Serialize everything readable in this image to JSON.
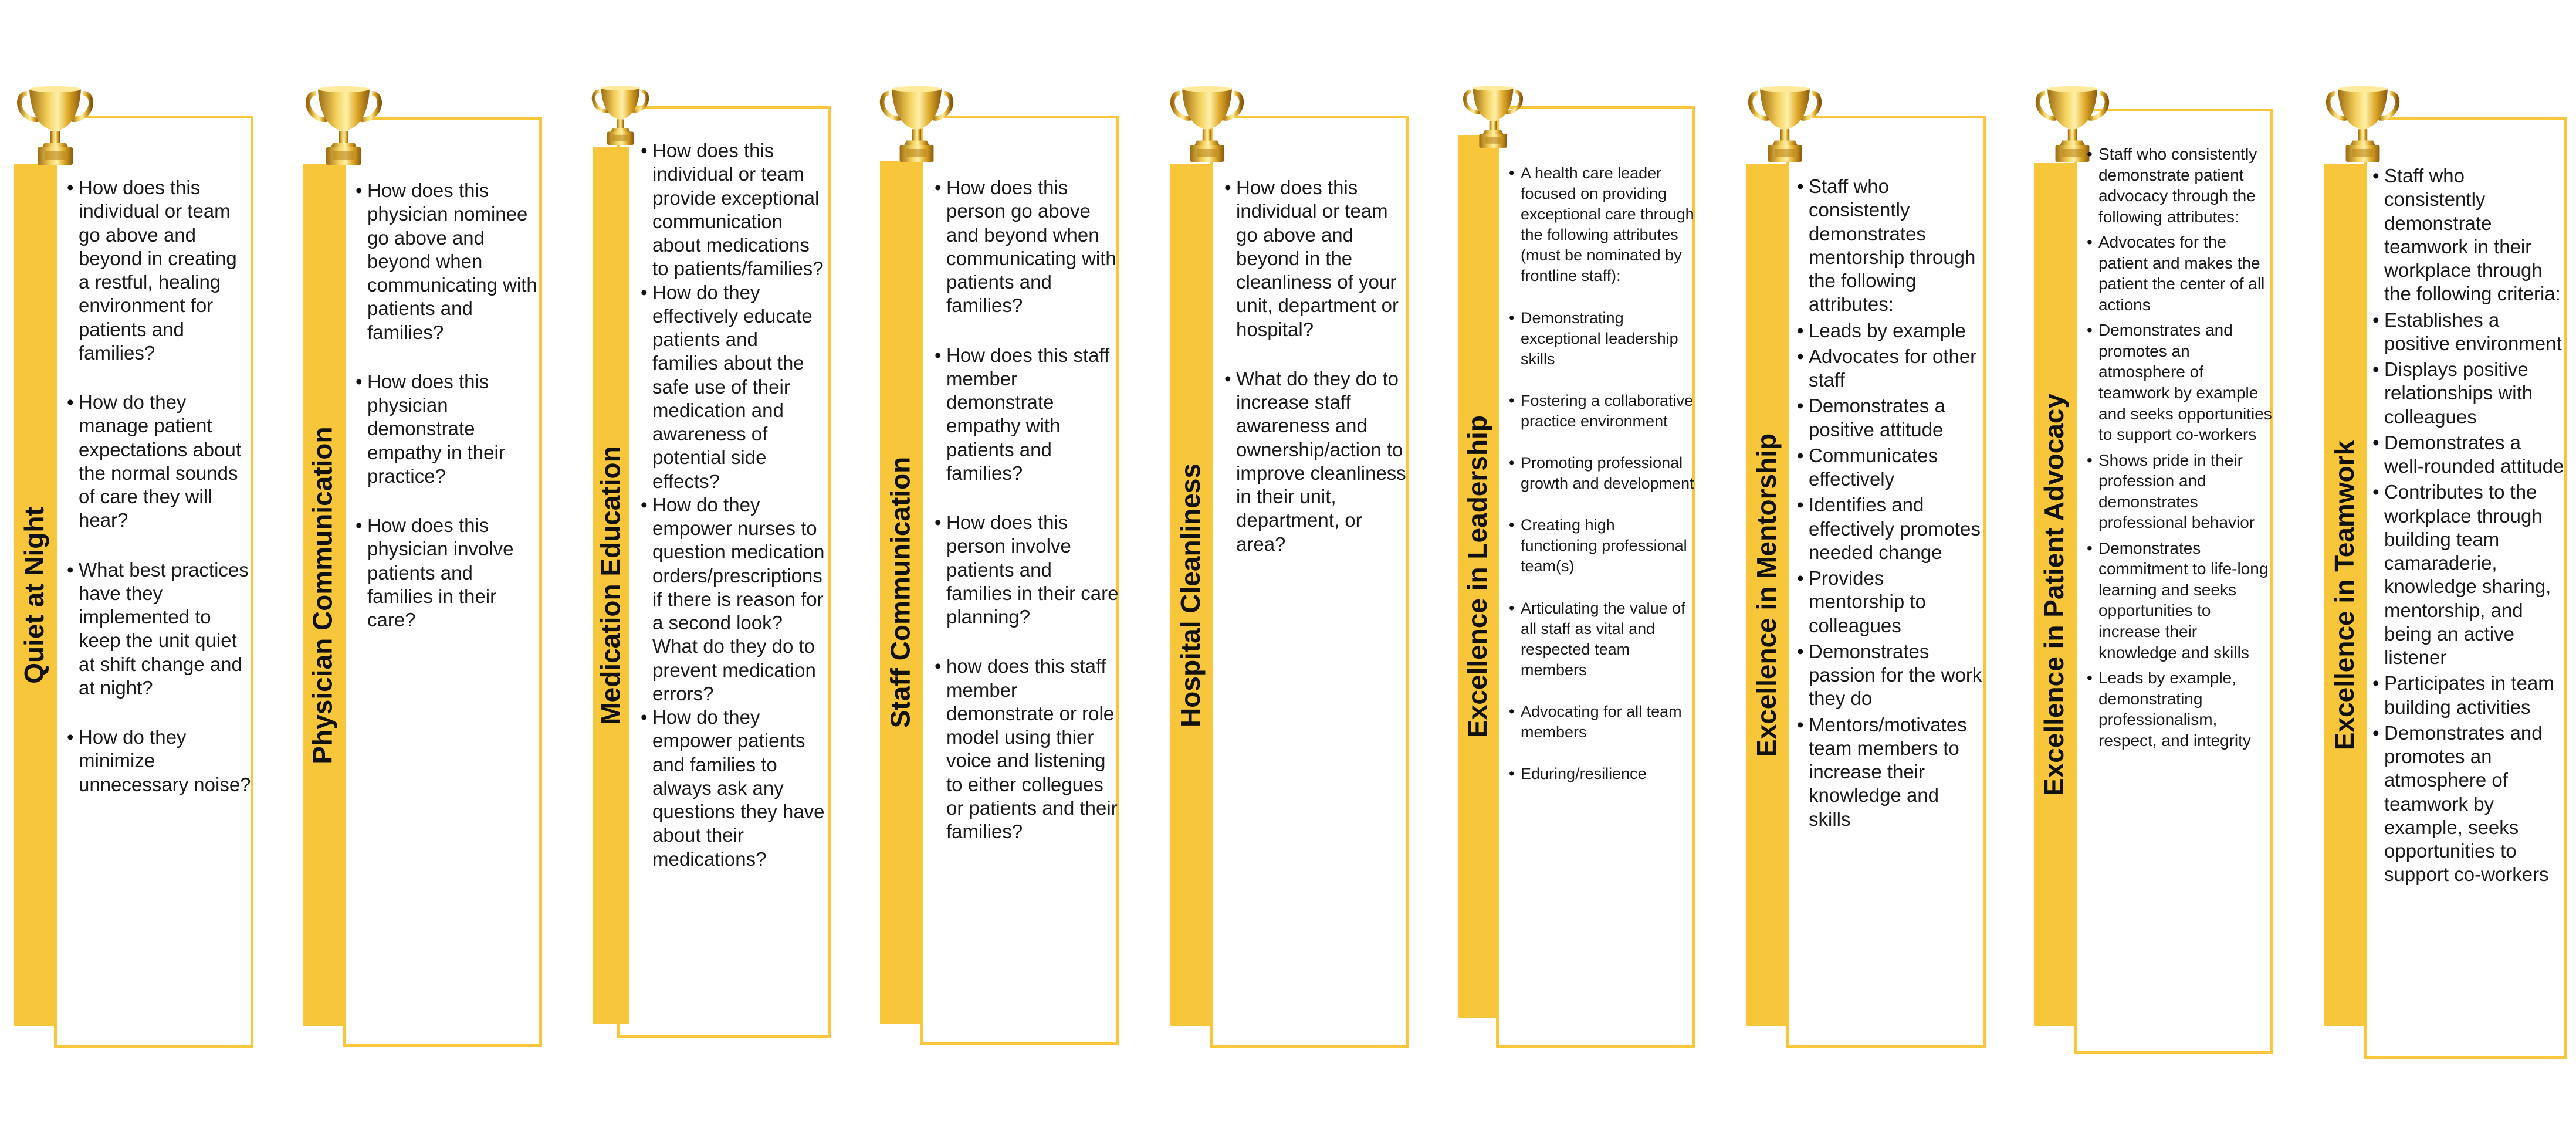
{
  "colors": {
    "accent": "#F8C63A",
    "trophy_gold": "#D6A21F",
    "text": "#1a1a1a"
  },
  "icons": {
    "trophy": "trophy-icon"
  },
  "cards": [
    {
      "title": "Quiet at Night",
      "items": [
        "How does this individual or team go above and beyond in creating a restful, healing environment for patients and families?",
        "How do they manage patient expectations about the normal sounds of care they will hear?",
        "What best practices have they implemented to keep the unit quiet at shift change and at night?",
        "How do they minimize unnecessary noise?"
      ]
    },
    {
      "title": "Physician Communication",
      "items": [
        "How does this physician nominee go above and beyond when communicating with patients and families?",
        "How does this physician demonstrate empathy in their practice?",
        "How does this physician involve patients and families in their care?"
      ]
    },
    {
      "title": "Medication Education",
      "items": [
        "How does this individual or team provide exceptional communication about medications to patients/families?",
        "How do they effectively educate patients and families about the safe use of their medication and awareness of potential side effects?",
        "How do they empower nurses to question medication orders/prescriptions if there is reason for a second look? What do they do to prevent medication errors?",
        "How do they empower patients and families to always ask any questions they have about their medications?"
      ]
    },
    {
      "title": "Staff Communication",
      "items": [
        "How does this person go above and beyond when communicating with patients and families?",
        "How does this staff member demonstrate empathy with patients and families?",
        "How does this person involve patients and families in their care planning?",
        "how does this staff member demonstrate or role model using thier voice and listening to either collegues or patients and their families?"
      ]
    },
    {
      "title": "Hospital Cleanliness",
      "items": [
        "How does this individual or team go above and beyond in the cleanliness of your unit, department or hospital?",
        "What do they do to increase staff awareness and ownership/action to improve cleanliness in their unit, department, or area?"
      ]
    },
    {
      "title": "Excellence in Leadership",
      "items": [
        "A health care leader focused on providing exceptional care through the following attributes (must be nominated by frontline staff):",
        "Demonstrating exceptional leadership skills",
        "Fostering a collaborative practice environment",
        "Promoting professional growth and development",
        "Creating high functioning professional team(s)",
        "Articulating the value of all staff as vital and respected team members",
        "Advocating for all team members",
        "Eduring/resilience"
      ]
    },
    {
      "title": "Excellence in Mentorship",
      "items": [
        "Staff who consistently demonstrates mentorship through the following attributes:",
        "Leads by example",
        "Advocates for other staff",
        "Demonstrates a positive attitude",
        "Communicates effectively",
        "Identifies and effectively promotes needed change",
        "Provides mentorship to colleagues",
        "Demonstrates passion for the work they do",
        "Mentors/motivates team members to increase their knowledge and skills"
      ]
    },
    {
      "title": "Excellence in Patient Advocacy",
      "items": [
        "Staff who consistently demonstrate patient advocacy through the following attributes:",
        "Advocates for the patient and makes the patient the center of all actions",
        "Demonstrates and promotes an atmosphere of teamwork by example and seeks opportunities to support co-workers",
        "Shows pride in their profession and demonstrates professional behavior",
        "Demonstrates commitment to life-long learning and seeks opportunities to increase their knowledge and skills",
        "Leads by example, demonstrating professionalism, respect, and integrity"
      ]
    },
    {
      "title": "Excellence in Teamwork",
      "items": [
        "Staff who consistently demonstrate teamwork in their workplace through the following criteria:",
        "Establishes a positive environment",
        "Displays positive relationships with colleagues",
        "Demonstrates a well-rounded attitude",
        "Contributes to the workplace through building team camaraderie, knowledge sharing, mentorship, and being an active listener",
        "Participates in team building activities",
        "Demonstrates and promotes an atmosphere of teamwork by example, seeks opportunities to support co-workers"
      ]
    }
  ]
}
